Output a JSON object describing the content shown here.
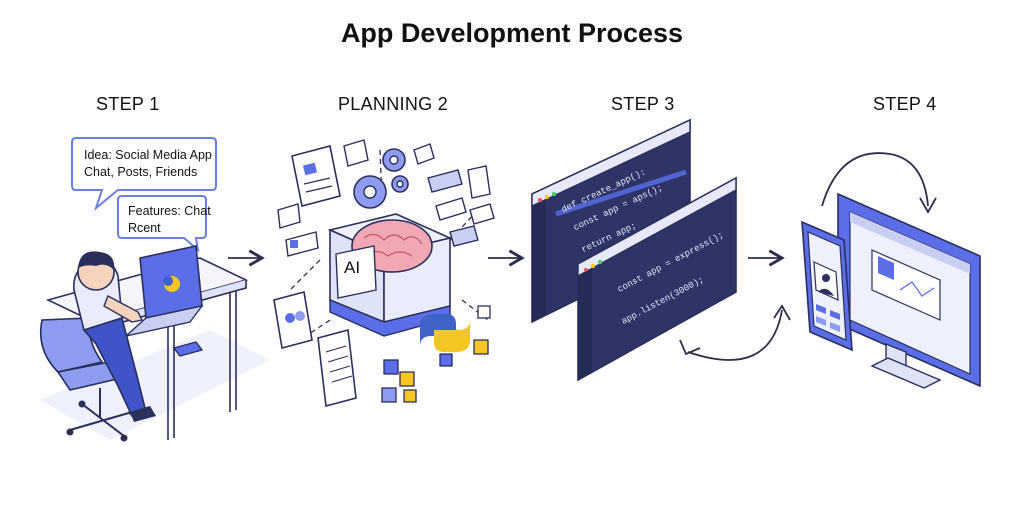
{
  "title": "App Development Process",
  "steps": [
    {
      "label": "STEP 1"
    },
    {
      "label": "PLANNING 2"
    },
    {
      "label": "STEP 3"
    },
    {
      "label": "STEP 4"
    }
  ],
  "step1": {
    "idea_line1": "Idea: Social Media App",
    "idea_line2": "Chat, Posts, Friends",
    "features_line1": "Features: Chat",
    "features_line2": "Rcent"
  },
  "step2": {
    "ai_label": "AI"
  },
  "step3": {
    "code_back": [
      "def create_app():",
      "const app = aps();",
      "return app;"
    ],
    "code_front": [
      "const app = express();",
      "app.listen(3000);"
    ]
  },
  "colors": {
    "accent_blue": "#5b6ee8",
    "navy": "#2a2f5c",
    "screen_dark": "#2e3566",
    "brain_pink": "#f2a7b5",
    "python_yellow": "#f3c623",
    "arrow": "#2b2f4a"
  }
}
